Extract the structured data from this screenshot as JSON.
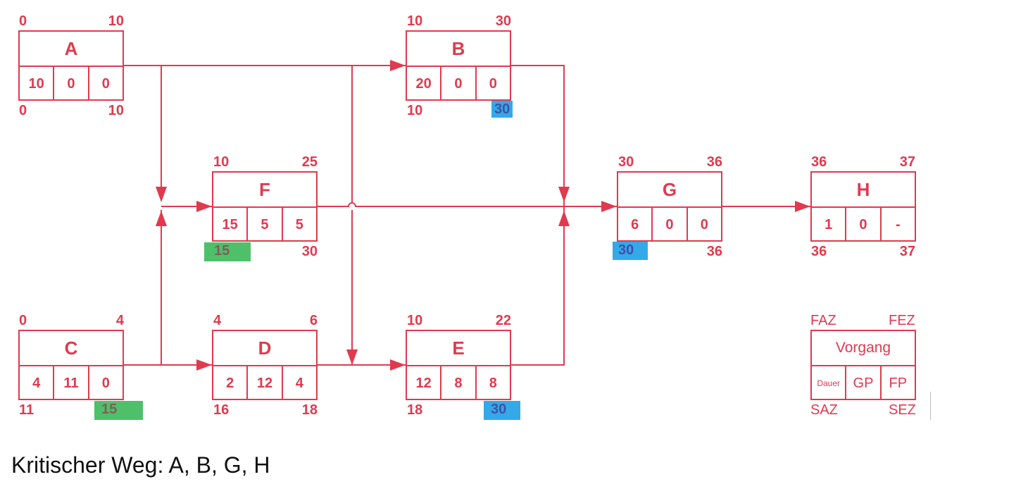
{
  "activities": [
    {
      "id": "a",
      "name": "A",
      "faz": "0",
      "fez": "10",
      "dauer": "10",
      "gp": "0",
      "fp": "0",
      "saz": "0",
      "sez": "10"
    },
    {
      "id": "b",
      "name": "B",
      "faz": "10",
      "fez": "30",
      "dauer": "20",
      "gp": "0",
      "fp": "0",
      "saz": "10",
      "sez": "30"
    },
    {
      "id": "f",
      "name": "F",
      "faz": "10",
      "fez": "25",
      "dauer": "15",
      "gp": "5",
      "fp": "5",
      "saz": "15",
      "sez": "30"
    },
    {
      "id": "g",
      "name": "G",
      "faz": "30",
      "fez": "36",
      "dauer": "6",
      "gp": "0",
      "fp": "0",
      "saz": "30",
      "sez": "36"
    },
    {
      "id": "h",
      "name": "H",
      "faz": "36",
      "fez": "37",
      "dauer": "1",
      "gp": "0",
      "fp": "-",
      "saz": "36",
      "sez": "37"
    },
    {
      "id": "c",
      "name": "C",
      "faz": "0",
      "fez": "4",
      "dauer": "4",
      "gp": "11",
      "fp": "0",
      "saz": "11",
      "sez": "15"
    },
    {
      "id": "d",
      "name": "D",
      "faz": "4",
      "fez": "6",
      "dauer": "2",
      "gp": "12",
      "fp": "4",
      "saz": "16",
      "sez": "18"
    },
    {
      "id": "e",
      "name": "E",
      "faz": "10",
      "fez": "22",
      "dauer": "12",
      "gp": "8",
      "fp": "8",
      "saz": "18",
      "sez": "30"
    }
  ],
  "highlights": [
    {
      "field": "b.sez",
      "color": "#33a9e8"
    },
    {
      "field": "f.saz",
      "color": "#4fc06a"
    },
    {
      "field": "g.saz",
      "color": "#33a9e8"
    },
    {
      "field": "c.sez",
      "color": "#4fc06a"
    },
    {
      "field": "e.sez",
      "color": "#33a9e8"
    }
  ],
  "legend": {
    "faz": "FAZ",
    "fez": "FEZ",
    "vorgang": "Vorgang",
    "dauer": "Dauer",
    "gp": "GP",
    "fp": "FP",
    "saz": "SAZ",
    "sez": "SEZ"
  },
  "caption": "Kritischer Weg: A, B, G, H",
  "colors": {
    "line": "#e03a4e",
    "highlight_green": "#4fc06a",
    "highlight_blue": "#33a9e8"
  }
}
